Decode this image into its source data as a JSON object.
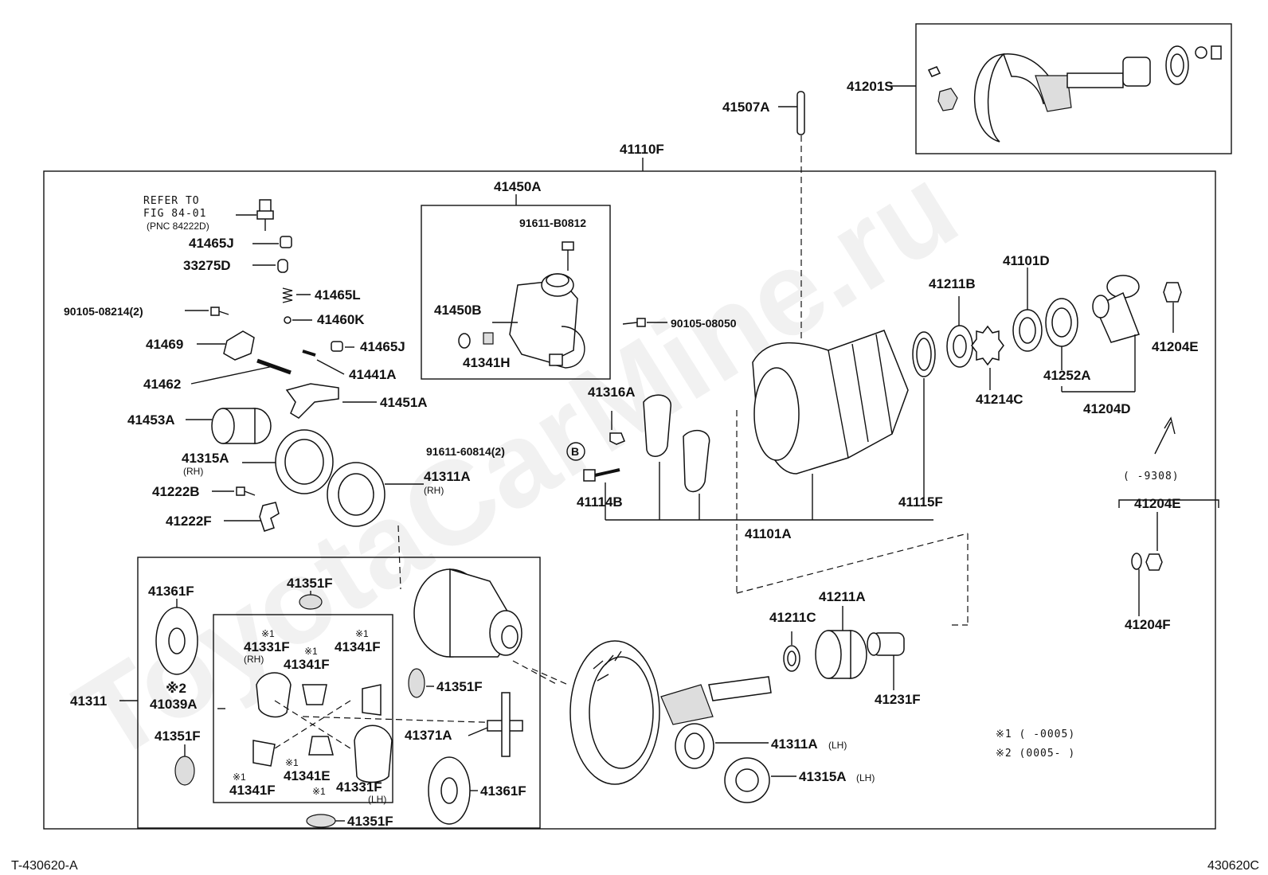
{
  "watermark": "ToyotaCarMine.ru",
  "footer": {
    "left": "T-430620-A",
    "right": "430620C"
  },
  "assembly": {
    "main": "41110F",
    "inset_pinion": "41201S",
    "inset_actuator": "41450A",
    "inset_diff": "41311"
  },
  "notes": {
    "refer": [
      "REFER TO",
      "FIG 84-01",
      "(PNC 84222D)"
    ],
    "range_9308": "(       -9308)",
    "star1": "※1 (       -0005)",
    "star2": "※2 (0005-       )",
    "mark1": "※1",
    "mark2": "※2",
    "circle_b": "B",
    "rh": "(RH)",
    "lh": "(LH)"
  },
  "parts": {
    "p41201S": "41201S",
    "p41507A": "41507A",
    "p41450A": "41450A",
    "p91611B0812": "91611-B0812",
    "p41450B": "41450B",
    "p41341H": "41341H",
    "p9010508050": "90105-08050",
    "p41465J_a": "41465J",
    "p33275D": "33275D",
    "p41465L": "41465L",
    "p90105_08214": "90105-08214(2)",
    "p41460K": "41460K",
    "p41469": "41469",
    "p41465J_b": "41465J",
    "p41462": "41462",
    "p41441A": "41441A",
    "p41451A": "41451A",
    "p41453A": "41453A",
    "p41315A_rh": "41315A",
    "p41222B": "41222B",
    "p41222F": "41222F",
    "p41311A_rh": "41311A",
    "p91611_60814": "91611-60814(2)",
    "p41316A": "41316A",
    "p41114B": "41114B",
    "p41101A": "41101A",
    "p41115F": "41115F",
    "p41211B": "41211B",
    "p41101D": "41101D",
    "p41214C": "41214C",
    "p41252A": "41252A",
    "p41204E_top": "41204E",
    "p41204D": "41204D",
    "p41204E_low": "41204E",
    "p41204F": "41204F",
    "p41211C": "41211C",
    "p41211A": "41211A",
    "p41231F": "41231F",
    "p41311A_lh": "41311A",
    "p41315A_lh": "41315A",
    "p41361F_a": "41361F",
    "p41351F_top": "41351F",
    "p41331F_rh": "41331F",
    "p41341F_a": "41341F",
    "p41341F_b": "41341F",
    "p41039A": "41039A",
    "p41351F_left": "41351F",
    "p41351F_mid": "41351F",
    "p41371A": "41371A",
    "p41341F_c": "41341F",
    "p41341E": "41341E",
    "p41331F_lh": "41331F",
    "p41361F_b": "41361F",
    "p41351F_bot": "41351F",
    "p41311": "41311"
  }
}
